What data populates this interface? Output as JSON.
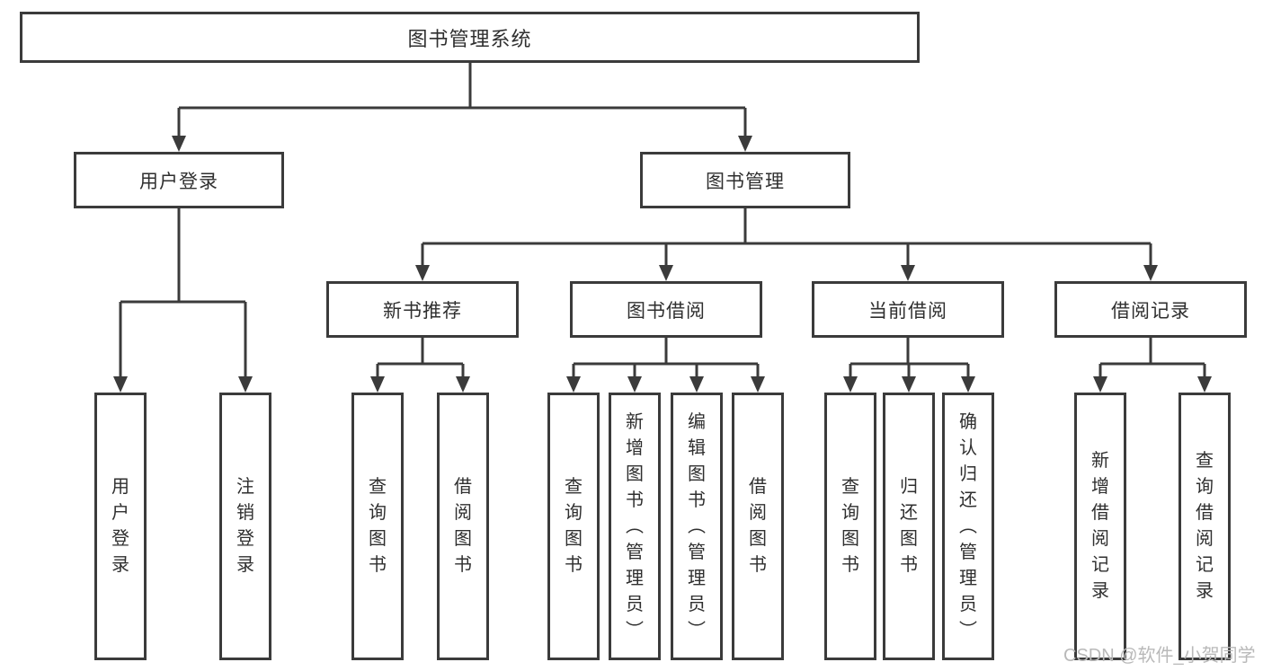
{
  "tree": {
    "label": "图书管理系统",
    "children": [
      {
        "label": "用户登录",
        "children": [
          {
            "label": "用户登录"
          },
          {
            "label": "注销登录"
          }
        ]
      },
      {
        "label": "图书管理",
        "children": [
          {
            "label": "新书推荐",
            "children": [
              {
                "label": "查询图书"
              },
              {
                "label": "借阅图书"
              }
            ]
          },
          {
            "label": "图书借阅",
            "children": [
              {
                "label": "查询图书"
              },
              {
                "label": "新增图书（管理员）"
              },
              {
                "label": "编辑图书（管理员）"
              },
              {
                "label": "借阅图书"
              }
            ]
          },
          {
            "label": "当前借阅",
            "children": [
              {
                "label": "查询图书"
              },
              {
                "label": "归还图书"
              },
              {
                "label": "确认归还（管理员）"
              }
            ]
          },
          {
            "label": "借阅记录",
            "children": [
              {
                "label": "新增借阅记录"
              },
              {
                "label": "查询借阅记录"
              }
            ]
          }
        ]
      }
    ]
  },
  "watermark": {
    "text": "CSDN @软件_小贺同学"
  },
  "colors": {
    "line": "#3b3b3b",
    "box_border": "#3b3b3b",
    "text": "#2f2f2f",
    "background": "#ffffff",
    "watermark": "#b9b9b9"
  }
}
